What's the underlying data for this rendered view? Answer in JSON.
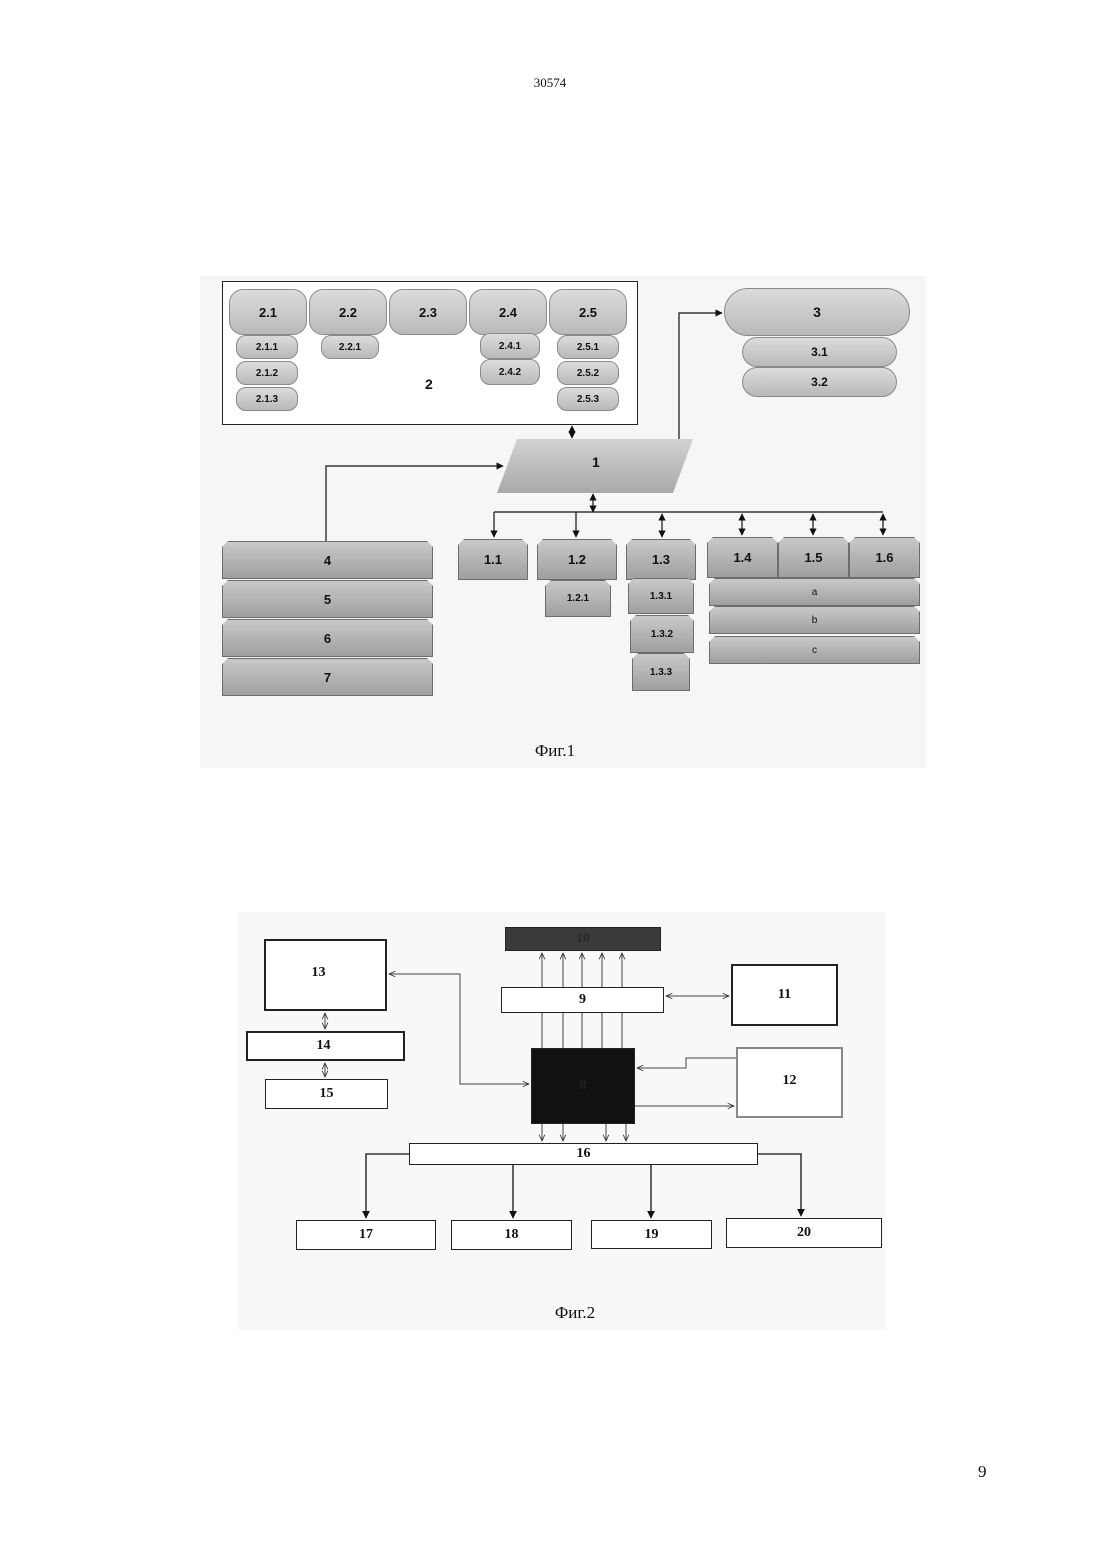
{
  "page": {
    "header_number": "30574",
    "page_number": "9"
  },
  "figure1": {
    "caption": "Фиг.1",
    "group2": {
      "label": "2",
      "items": [
        "2.1",
        "2.2",
        "2.3",
        "2.4",
        "2.5"
      ],
      "subitems": {
        "a": "2.1.1",
        "b": "2.1.2",
        "c": "2.1.3",
        "d": "2.2.1",
        "e": "2.4.1",
        "f": "2.4.2",
        "g": "2.5.1",
        "h": "2.5.2",
        "i": "2.5.3"
      }
    },
    "group3": {
      "main": "3",
      "sub1": "3.1",
      "sub2": "3.2"
    },
    "center": "1",
    "left_stack": [
      "4",
      "5",
      "6",
      "7"
    ],
    "bottom": {
      "n11": "1.1",
      "n12": "1.2",
      "n121": "1.2.1",
      "n13": "1.3",
      "n131": "1.3.1",
      "n132": "1.3.2",
      "n133": "1.3.3",
      "n14": "1.4",
      "n15": "1.5",
      "n16": "1.6",
      "ra": "a",
      "rb": "b",
      "rc": "c"
    }
  },
  "figure2": {
    "caption": "Фиг.2",
    "blocks": {
      "b8": "8",
      "b9": "9",
      "b10": "10",
      "b11": "11",
      "b12": "12",
      "b13": "13",
      "b14": "14",
      "b15": "15",
      "b16": "16",
      "b17": "17",
      "b18": "18",
      "b19": "19",
      "b20": "20"
    },
    "colors": {
      "block10": "#3a3a3a",
      "block8": "#111111",
      "block12_border": "#888888"
    }
  }
}
